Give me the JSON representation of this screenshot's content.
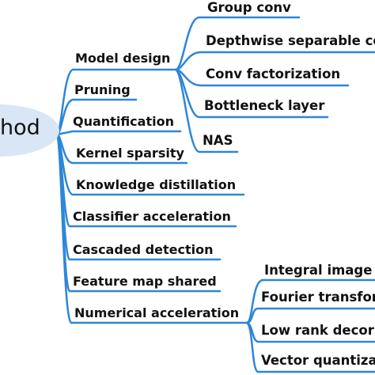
{
  "root": {
    "label": "hod"
  },
  "branches": [
    "Model design",
    "Pruning",
    "Quantification",
    "Kernel sparsity",
    "Knowledge distillation",
    "Classifier acceleration",
    "Cascaded detection",
    "Feature map shared",
    "Numerical acceleration"
  ],
  "model_design_children": [
    "Group conv",
    "Depthwise separable co",
    "Conv factorization",
    "Bottleneck layer",
    "NAS"
  ],
  "numerical_children": [
    "Integral image",
    "Fourier transfor",
    "Low rank decor",
    "Vector quantiza"
  ],
  "colors": {
    "line": "#2e86d8",
    "root_fill": "#d9e6f5",
    "text": "#111111"
  }
}
